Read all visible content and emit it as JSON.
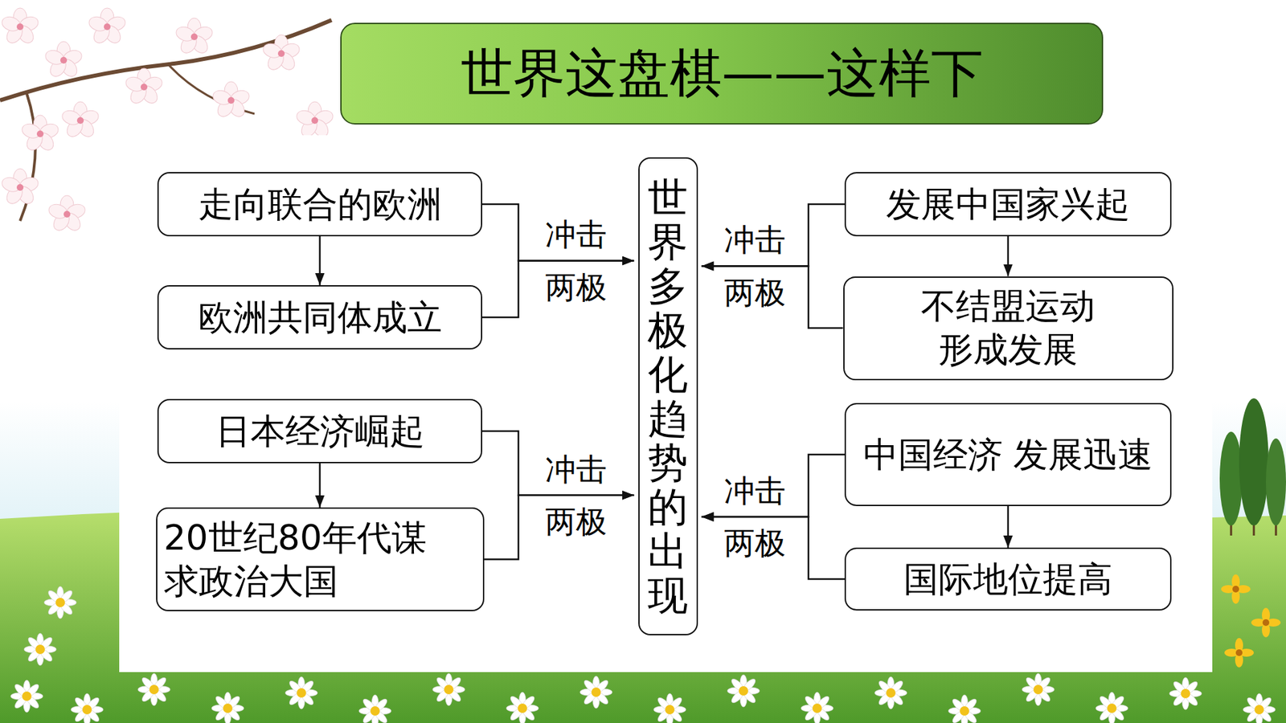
{
  "diagram": {
    "title": "世界这盘棋——这样下",
    "nodes": [
      {
        "text": [
          "走向联合的欧洲"
        ]
      },
      {
        "text": [
          "欧洲共同体成立"
        ]
      },
      {
        "text": [
          "日本经济崛起"
        ]
      },
      {
        "text": [
          "20世纪80年代谋 求政治大国"
        ]
      },
      {
        "text": [
          "世界多极化趋势的出现"
        ]
      },
      {
        "text": [
          "发展中国家兴起"
        ]
      },
      {
        "text": [
          "不结盟运动 形成发展"
        ]
      },
      {
        "text": [
          "中国经济 发展迅速"
        ]
      },
      {
        "text": [
          "国际地位提高"
        ]
      }
    ],
    "edges": [
      {
        "from": 0,
        "to": 1,
        "arrow": "to"
      },
      {
        "from": 0,
        "to": 4,
        "label": "冲击 两极",
        "arrow": "to"
      },
      {
        "from": 1,
        "to": 4,
        "arrow": "to"
      },
      {
        "from": 2,
        "to": 3,
        "arrow": "to"
      },
      {
        "from": 2,
        "to": 4,
        "label": "冲击 两极",
        "arrow": "to"
      },
      {
        "from": 3,
        "to": 4,
        "arrow": "to"
      },
      {
        "from": 5,
        "to": 6,
        "arrow": "to"
      },
      {
        "from": 5,
        "to": 4,
        "label": "冲击 两极",
        "arrow": "to"
      },
      {
        "from": 6,
        "to": 4,
        "arrow": "to"
      },
      {
        "from": 7,
        "to": 8,
        "arrow": "to"
      },
      {
        "from": 7,
        "to": 4,
        "label": "冲击 两极",
        "arrow": "to"
      },
      {
        "from": 8,
        "to": 4,
        "arrow": "to"
      }
    ]
  }
}
